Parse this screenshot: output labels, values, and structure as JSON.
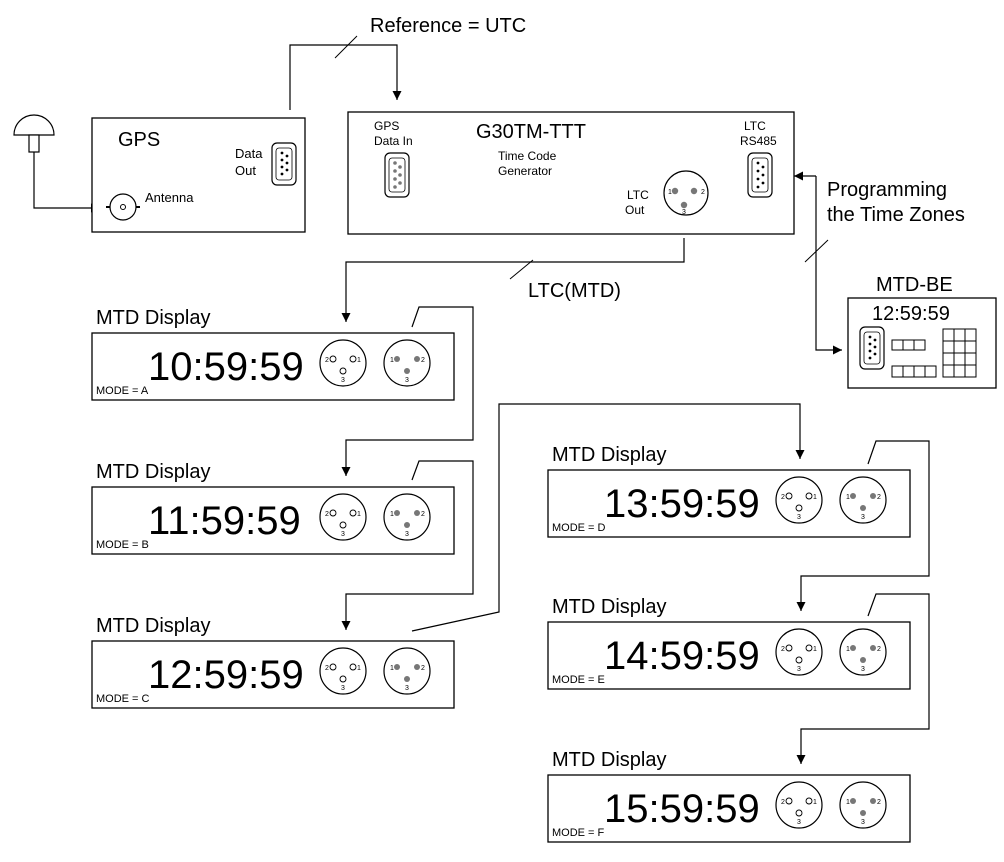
{
  "reference_label": "Reference = UTC",
  "gps": {
    "title": "GPS",
    "data_out_line1": "Data",
    "data_out_line2": "Out",
    "antenna_label": "Antenna"
  },
  "generator": {
    "title": "G30TM-TTT",
    "subtitle_line1": "Time Code",
    "subtitle_line2": "Generator",
    "gps_in_line1": "GPS",
    "gps_in_line2": "Data In",
    "ltc_rs485_line1": "LTC",
    "ltc_rs485_line2": "RS485",
    "ltc_out_line1": "LTC",
    "ltc_out_line2": "Out"
  },
  "programming_label_line1": "Programming",
  "programming_label_line2": "the Time Zones",
  "ltc_label": "LTC(MTD)",
  "mtd_be": {
    "title": "MTD-BE",
    "time": "12:59:59"
  },
  "connector_pins": {
    "pin1": "1",
    "pin2": "2",
    "pin3": "3"
  },
  "displays": [
    {
      "label": "MTD Display",
      "time": "10:59:59",
      "mode": "MODE = A"
    },
    {
      "label": "MTD Display",
      "time": "11:59:59",
      "mode": "MODE = B"
    },
    {
      "label": "MTD Display",
      "time": "12:59:59",
      "mode": "MODE = C"
    },
    {
      "label": "MTD Display",
      "time": "13:59:59",
      "mode": "MODE = D"
    },
    {
      "label": "MTD Display",
      "time": "14:59:59",
      "mode": "MODE = E"
    },
    {
      "label": "MTD Display",
      "time": "15:59:59",
      "mode": "MODE = F"
    }
  ]
}
